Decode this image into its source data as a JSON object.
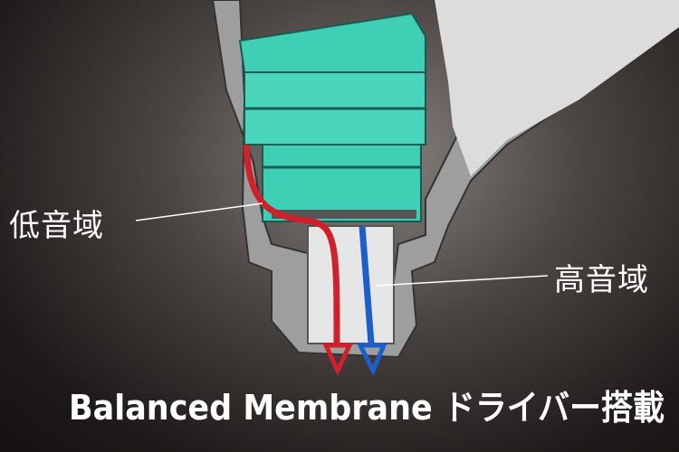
{
  "labels": {
    "low": "低音域",
    "high": "高音域"
  },
  "caption": "Balanced Membrane ドライバー搭載",
  "colors": {
    "teal": "#3ecfb5",
    "low_arrow": "#d0202c",
    "high_arrow": "#1d5fc8"
  }
}
